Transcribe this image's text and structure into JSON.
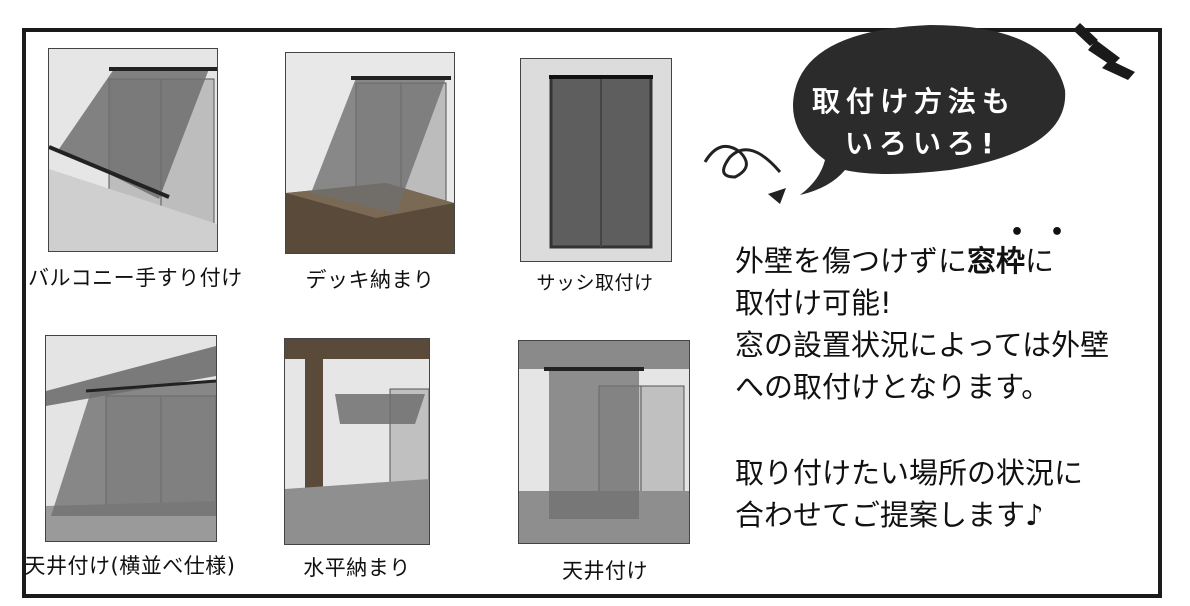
{
  "panels": [
    {
      "caption": "バルコニー手すり付け"
    },
    {
      "caption": "デッキ納まり"
    },
    {
      "caption": "サッシ取付け"
    },
    {
      "caption": "天井付け(横並べ仕様)"
    },
    {
      "caption": "水平納まり"
    },
    {
      "caption": "天井付け"
    }
  ],
  "bubble": {
    "line1": "取付け方法も",
    "line2": "いろいろ!"
  },
  "description": {
    "p1_line1_pre": "外壁を傷つけずに",
    "p1_line1_em": "窓枠",
    "p1_line1_post": "に",
    "p1_line2": "取付け可能!",
    "p1_line3": "窓の設置状況によっては外壁",
    "p1_line4": "への取付けとなります。",
    "p2_line1": "取り付けたい場所の状況に",
    "p2_line2": "合わせてご提案します♪"
  },
  "colors": {
    "screen": "#6f6f6f",
    "bubble": "#2b2b2b",
    "frame": "#1a1a1a"
  }
}
